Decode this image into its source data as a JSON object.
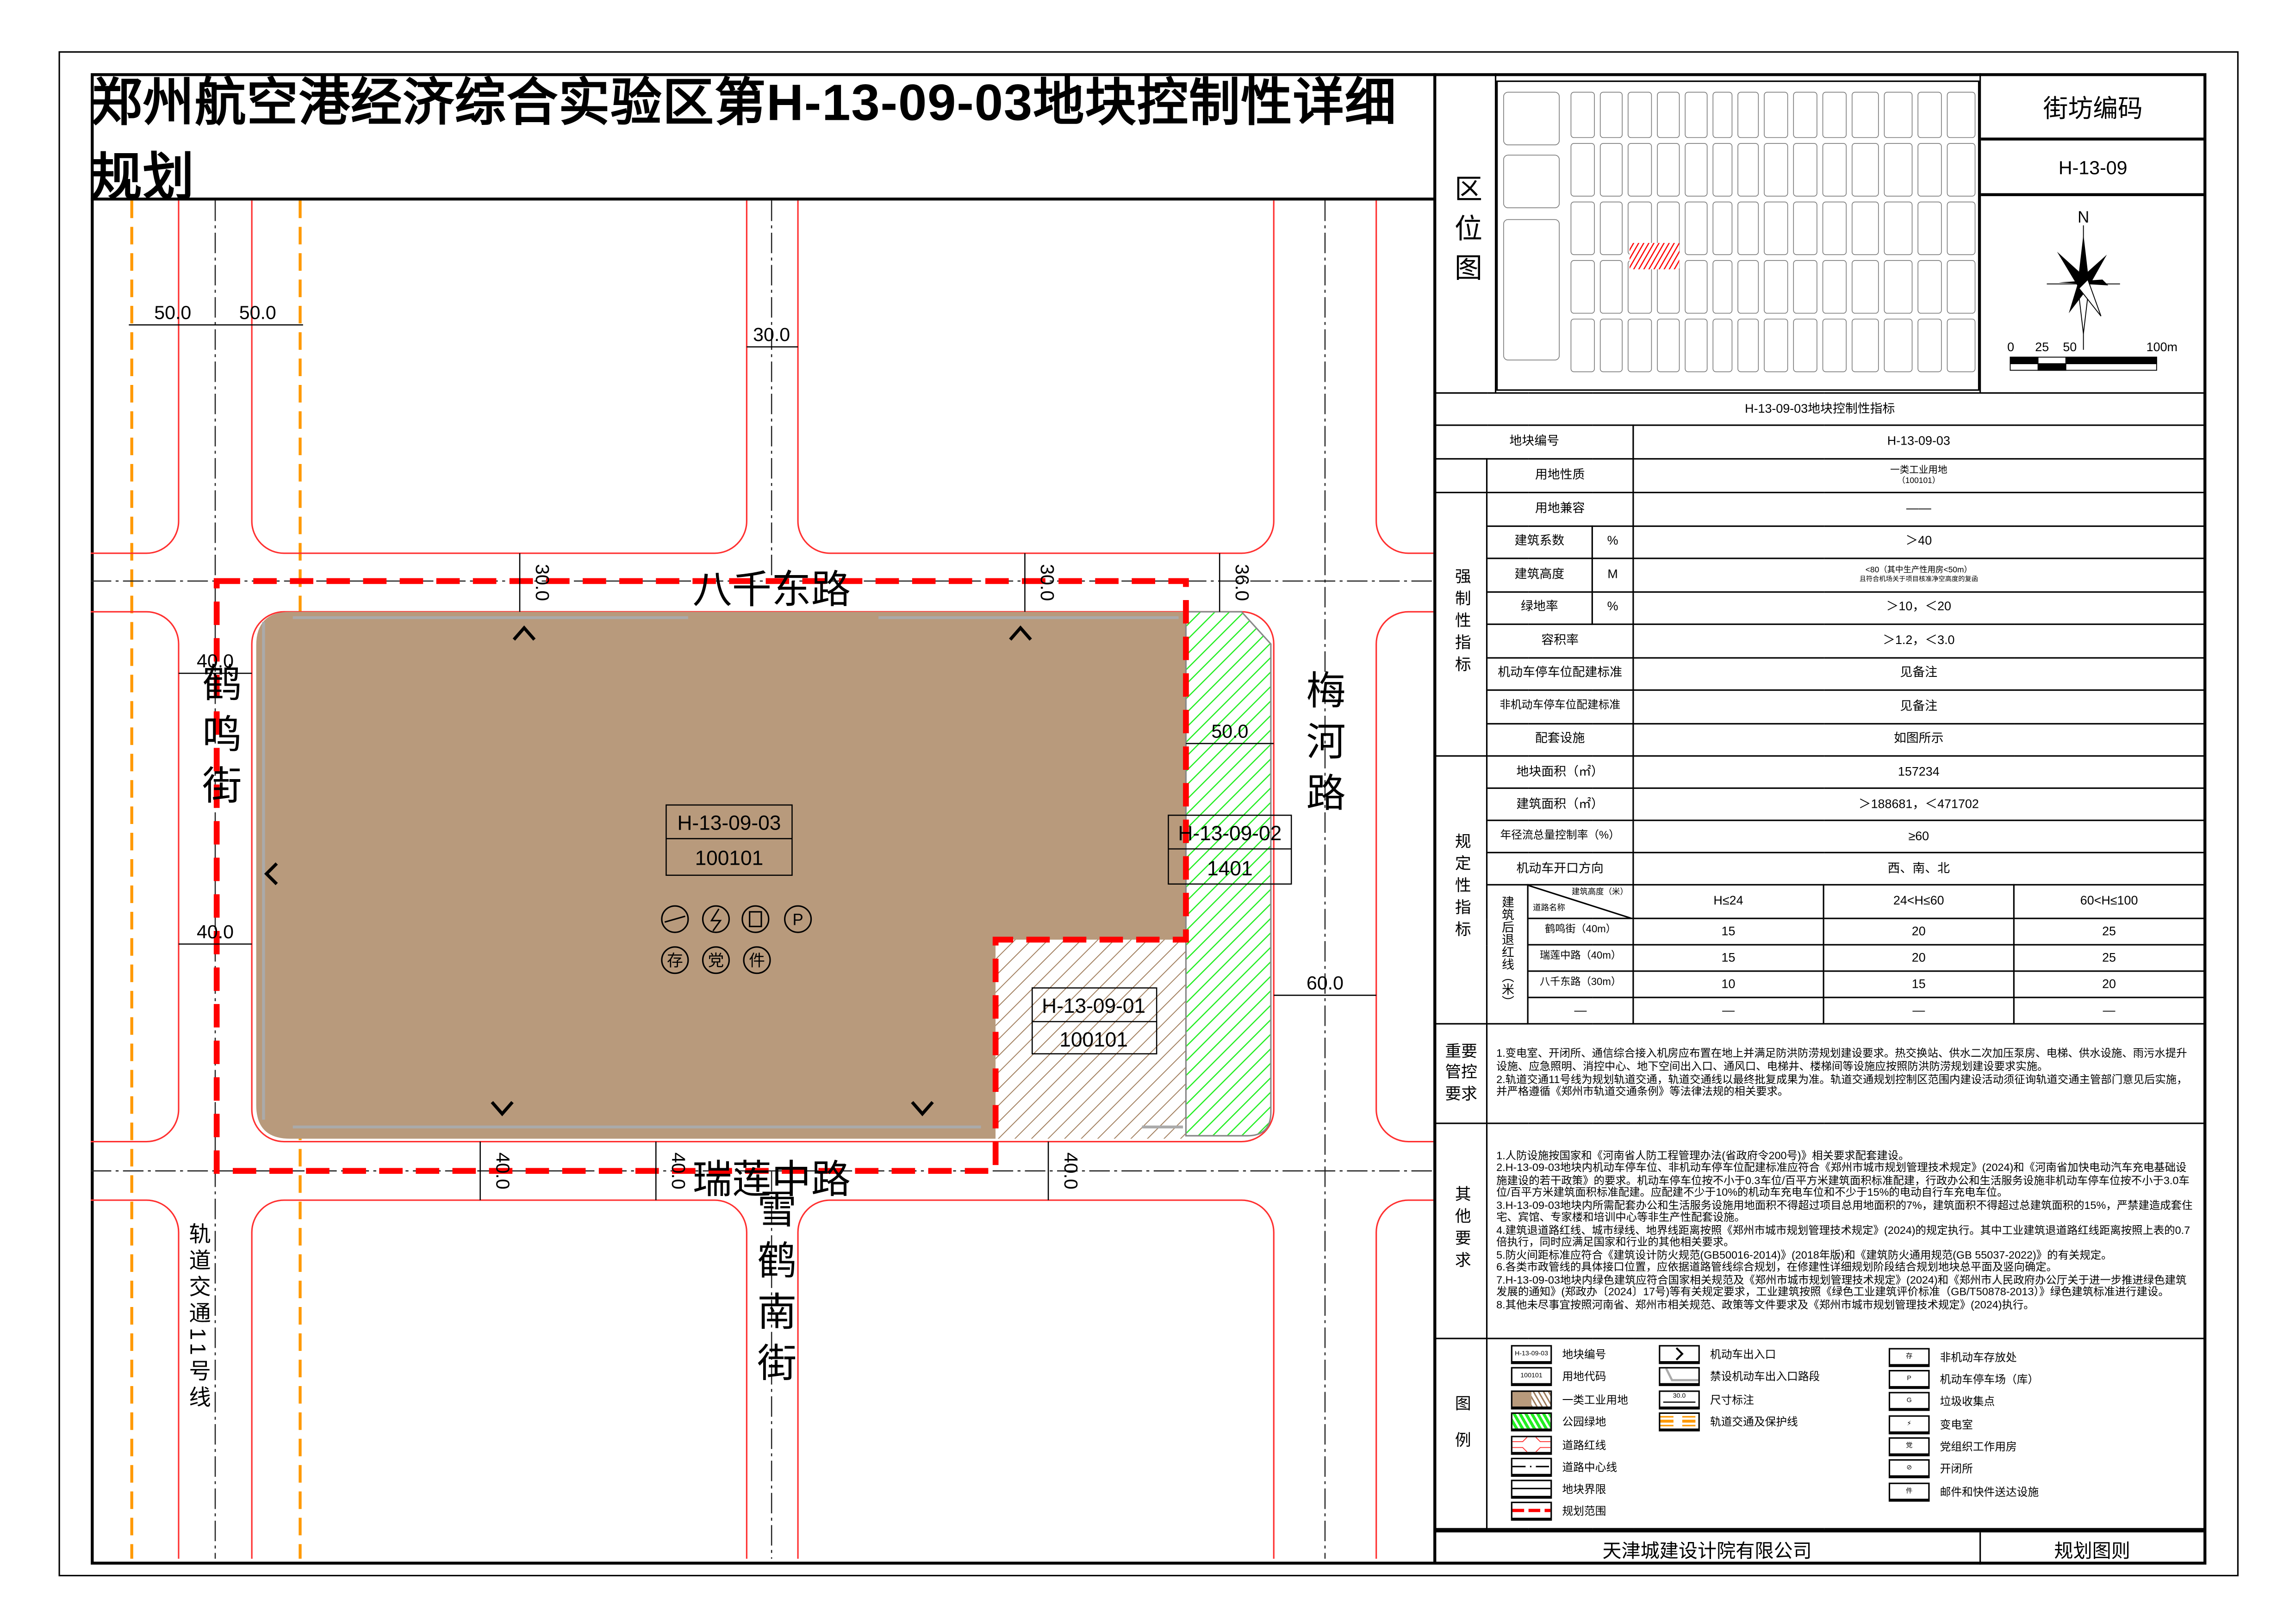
{
  "title": "郑州航空港经济综合实验区第H-13-09-03地块控制性详细规划",
  "locator": {
    "label": "区位图"
  },
  "block_code": {
    "heading": "街坊编码",
    "value": "H-13-09"
  },
  "north": "N",
  "scale_bar": {
    "ticks": [
      "0",
      "25",
      "50",
      "100m"
    ]
  },
  "map": {
    "roads": {
      "north": "八千东路",
      "west": "鹤鸣街",
      "east": "梅河路",
      "south": "瑞莲中路",
      "south_ext": "雪鹤南街",
      "rail": "轨道交通11号线"
    },
    "dims": {
      "rail_w1": "50.0",
      "rail_w2": "50.0",
      "xuehe_w": "30.0",
      "bq_1": "30.0",
      "bq_2": "30.0",
      "bq_3": "36.0",
      "hm_1": "40.0",
      "hm_2": "40.0",
      "green_w": "50.0",
      "meihe_w": "60.0",
      "rl_1": "40.0",
      "rl_2": "40.0",
      "rl_3": "40.0"
    },
    "parcels": [
      {
        "code": "H-13-09-03",
        "use": "100101"
      },
      {
        "code": "H-13-09-02",
        "use": "1401"
      },
      {
        "code": "H-13-09-01",
        "use": "100101"
      }
    ],
    "facility_icons": {
      "switch": "switch-station",
      "power": "substation",
      "trash": "garbage",
      "parking": "P",
      "bike": "存",
      "party": "党",
      "mail": "件"
    },
    "colors": {
      "industrial": "#b89a7c",
      "green": "#22ee22",
      "red_line": "#ff0000",
      "rail": "#ff9900"
    }
  },
  "table": {
    "title": "H-13-09-03地块控制性指标",
    "plot_no": {
      "label": "地块编号",
      "value": "H-13-09-03"
    },
    "land_use": {
      "label": "用地性质",
      "value": "一类工业用地",
      "code": "（100101）"
    },
    "mandatory_label": "强制性指标",
    "mandatory": [
      {
        "label": "用地兼容",
        "unit": "",
        "value": "——"
      },
      {
        "label": "建筑系数",
        "unit": "%",
        "value": "＞40"
      },
      {
        "label": "建筑高度",
        "unit": "M",
        "value": "<80（其中生产性用房<50m）",
        "value2": "且符合机场关于项目核准净空高度的复函"
      },
      {
        "label": "绿地率",
        "unit": "%",
        "value": "＞10，＜20"
      },
      {
        "label": "容积率",
        "unit": "",
        "value": "＞1.2，＜3.0"
      },
      {
        "label": "机动车停车位配建标准",
        "unit": "",
        "value": "见备注"
      },
      {
        "label": "非机动车停车位配建标准",
        "unit": "",
        "value": "见备注"
      },
      {
        "label": "配套设施",
        "unit": "",
        "value": "如图所示"
      }
    ],
    "guiding_label": "规定性指标",
    "guiding": [
      {
        "label": "地块面积（㎡）",
        "value": "157234"
      },
      {
        "label": "建筑面积（㎡）",
        "value": "＞188681，＜471702"
      },
      {
        "label": "年径流总量控制率（%）",
        "value": "≥60"
      },
      {
        "label": "机动车开口方向",
        "value": "西、南、北"
      }
    ],
    "setback": {
      "label": "建筑后退红线（米）",
      "corner_top": "建筑高度（米）",
      "corner_bottom": "道路名称",
      "headers": [
        "H≤24",
        "24<H≤60",
        "60<H≤100"
      ],
      "rows": [
        {
          "road": "鹤鸣街（40m）",
          "v": [
            "15",
            "20",
            "25"
          ]
        },
        {
          "road": "瑞莲中路（40m）",
          "v": [
            "15",
            "20",
            "25"
          ]
        },
        {
          "road": "八千东路（30m）",
          "v": [
            "10",
            "15",
            "20"
          ]
        },
        {
          "road": "—",
          "v": [
            "—",
            "—",
            "—"
          ]
        }
      ]
    },
    "key_control": {
      "label": "重要管控要求",
      "notes": [
        "1.变电室、开闭所、通信综合接入机房应布置在地上并满足防洪防涝规划建设要求。热交换站、供水二次加压泵房、电梯、供水设施、雨污水提升设施、应急照明、消控中心、地下空间出入口、通风口、电梯井、楼梯间等设施应按照防洪防涝规划建设要求实施。",
        "2.轨道交通11号线为规划轨道交通，轨道交通线以最终批复成果为准。轨道交通规划控制区范围内建设活动须征询轨道交通主管部门意见后实施，并严格遵循《郑州市轨道交通条例》等法律法规的相关要求。"
      ]
    },
    "other": {
      "label": "其他要求",
      "notes": [
        "1.人防设施按国家和《河南省人防工程管理办法(省政府令200号)》相关要求配套建设。",
        "2.H-13-09-03地块内机动车停车位、非机动车停车位配建标准应符合《郑州市城市规划管理技术规定》(2024)和《河南省加快电动汽车充电基础设施建设的若干政策》的要求。机动车停车位按不小于0.3车位/百平方米建筑面积标准配建，行政办公和生活服务设施非机动车停车位按不小于3.0车位/百平方米建筑面积标准配建。应配建不少于10%的机动车充电车位和不少于15%的电动自行车充电车位。",
        "3.H-13-09-03地块内所需配套办公和生活服务设施用地面积不得超过项目总用地面积的7%，建筑面积不得超过总建筑面积的15%，严禁建造成套住宅、宾馆、专家楼和培训中心等非生产性配套设施。",
        "4.建筑退道路红线、城市绿线、地界线距离按照《郑州市城市规划管理技术规定》(2024)的规定执行。其中工业建筑退道路红线距离按照上表的0.7倍执行，同时应满足国家和行业的其他相关要求。",
        "5.防火间距标准应符合《建筑设计防火规范(GB50016-2014)》(2018年版)和《建筑防火通用规范(GB 55037-2022)》的有关规定。",
        "6.各类市政管线的具体接口位置，应依据道路管线综合规划，在修建性详细规划阶段结合规划地块总平面及竖向确定。",
        "7.H-13-09-03地块内绿色建筑应符合国家相关规范及《郑州市城市规划管理技术规定》(2024)和《郑州市人民政府办公厅关于进一步推进绿色建筑发展的通知》(郑政办〔2024〕17号)等有关规定要求，工业建筑按照《绿色工业建筑评价标准（GB/T50878-2013）》绿色建筑标准进行建设。",
        "8.其他未尽事宜按照河南省、郑州市相关规范、政策等文件要求及《郑州市城市规划管理技术规定》(2024)执行。"
      ]
    },
    "legend": {
      "label": "图例",
      "col1": [
        {
          "icon": "plot-number",
          "sample": "H-13-09-03",
          "label": "地块编号"
        },
        {
          "icon": "land-code",
          "sample": "100101",
          "label": "用地代码"
        },
        {
          "icon": "industrial",
          "label": "一类工业用地"
        },
        {
          "icon": "park-green",
          "label": "公园绿地"
        },
        {
          "icon": "road-red-line",
          "label": "道路红线"
        },
        {
          "icon": "road-centerline",
          "label": "道路中心线"
        },
        {
          "icon": "plot-boundary",
          "label": "地块界限"
        },
        {
          "icon": "planning-scope",
          "label": "规划范围"
        }
      ],
      "col2": [
        {
          "icon": "vehicle-entrance",
          "label": "机动车出入口"
        },
        {
          "icon": "no-entrance-segment",
          "label": "禁设机动车出入口路段"
        },
        {
          "icon": "dimension",
          "sample": "30.0",
          "label": "尺寸标注"
        },
        {
          "icon": "rail-protection",
          "label": "轨道交通及保护线"
        }
      ],
      "col3": [
        {
          "icon": "bike-parking",
          "sample": "存",
          "label": "非机动车存放处"
        },
        {
          "icon": "parking",
          "sample": "P",
          "label": "机动车停车场（库）"
        },
        {
          "icon": "garbage",
          "sample": "G",
          "label": "垃圾收集点"
        },
        {
          "icon": "substation",
          "sample": "⚡",
          "label": "变电室"
        },
        {
          "icon": "party-room",
          "sample": "党",
          "label": "党组织工作用房"
        },
        {
          "icon": "switch-station",
          "sample": "⊘",
          "label": "开闭所"
        },
        {
          "icon": "mail",
          "sample": "件",
          "label": "邮件和快件送达设施"
        }
      ]
    }
  },
  "footer": {
    "company": "天津城建设计院有限公司",
    "sheet": "规划图则"
  }
}
